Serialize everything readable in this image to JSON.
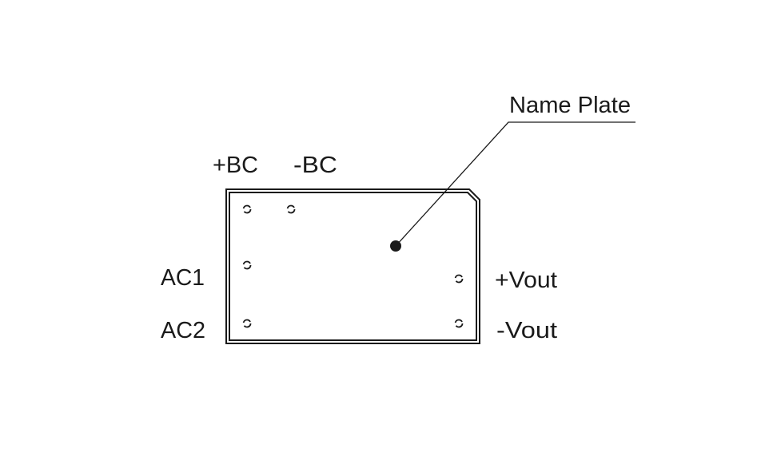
{
  "labels": {
    "name_plate": "Name Plate",
    "plus_bc": "+BC",
    "minus_bc": "-BC",
    "ac1": "AC1",
    "ac2": "AC2",
    "plus_vout": "+Vout",
    "minus_vout": "-Vout"
  },
  "colors": {
    "stroke": "#1a1a1a",
    "background": "#ffffff"
  }
}
